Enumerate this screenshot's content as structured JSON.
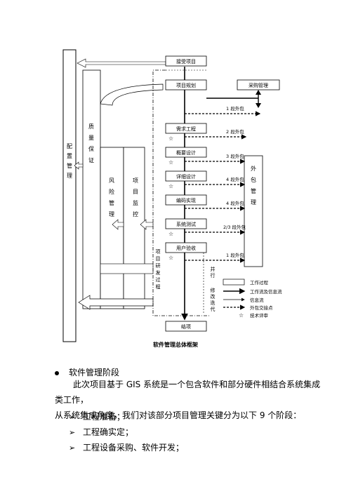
{
  "diagram": {
    "left_column": "配置管理",
    "quality": "质量保证",
    "risk": "风险管理",
    "monitor": "项目监控",
    "dev_process": "项目研发过程",
    "parallel": "并行",
    "modify": "修改迭代",
    "outsource": "外包管理",
    "procurement": "采购管理",
    "steps": [
      "接受项目",
      "项目规划",
      "需求工程",
      "概要设计",
      "详细设计",
      "编码实现",
      "系统测试",
      "用户验收",
      "结项"
    ],
    "out_labels": [
      "1 段外包",
      "2 段外包",
      "3 段外包",
      "4 段外包",
      "4 段外包",
      "2/3 段外包",
      "1 段外包"
    ],
    "legend": {
      "work_process": "工作过程",
      "work_info_flow": "工作流及信息流",
      "info_flow": "信息流",
      "handover": "外包交接点",
      "review": "技术评审"
    },
    "star_symbol": "☆",
    "caption": "软件管理总体框架"
  },
  "text": {
    "section": "软件管理阶段",
    "para1": "此次项目基于 GIS 系统是一个包含软件和部分硬件相结合系统集成类工作，",
    "para2": "从系统集成角度，我们对该部分项目管理关键分为以下 9 个阶段：",
    "list": [
      "工程准备；",
      "工程确实定；",
      "工程设备采购、软件开发；"
    ],
    "list_marker": "➢"
  }
}
